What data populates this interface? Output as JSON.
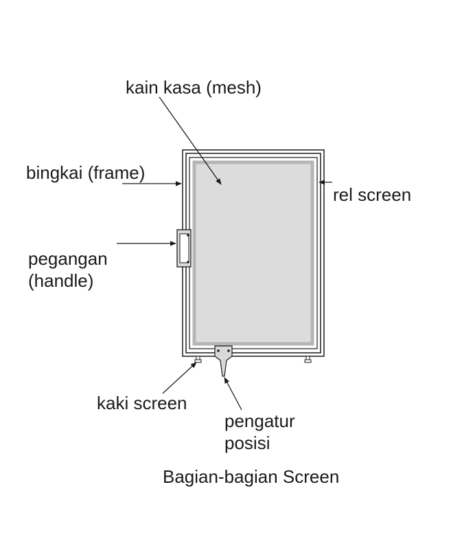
{
  "labels": {
    "mesh": "kain kasa (mesh)",
    "frame": "bingkai (frame)",
    "rail": "rel screen",
    "handle_line1": "pegangan",
    "handle_line2": "(handle)",
    "feet": "kaki screen",
    "position_line1": "pengatur",
    "position_line2": "posisi"
  },
  "caption": "Bagian-bagian Screen",
  "colors": {
    "line": "#1a1a1a",
    "frame_fill": "#ffffff",
    "mesh_border": "#b5b5b5",
    "mesh_fill": "#dcdcdc",
    "handle_fill": "#d9d9d9"
  }
}
